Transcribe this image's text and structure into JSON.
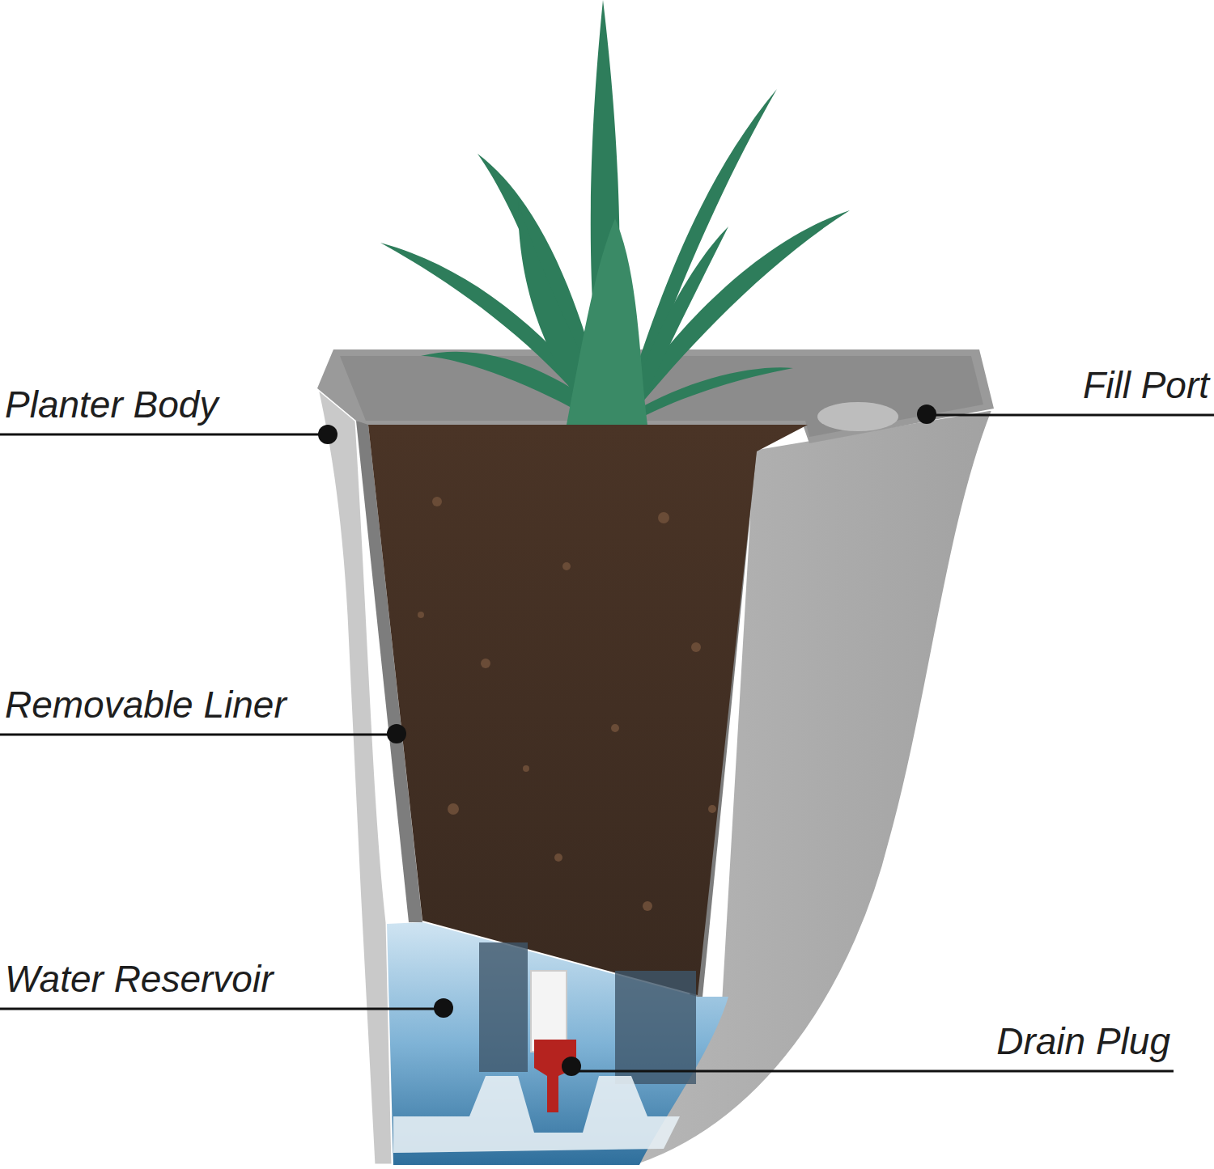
{
  "diagram": {
    "labels": [
      "Planter Body",
      "Fill Port",
      "Removable Liner",
      "Water Reservoir",
      "Drain Plug"
    ]
  }
}
